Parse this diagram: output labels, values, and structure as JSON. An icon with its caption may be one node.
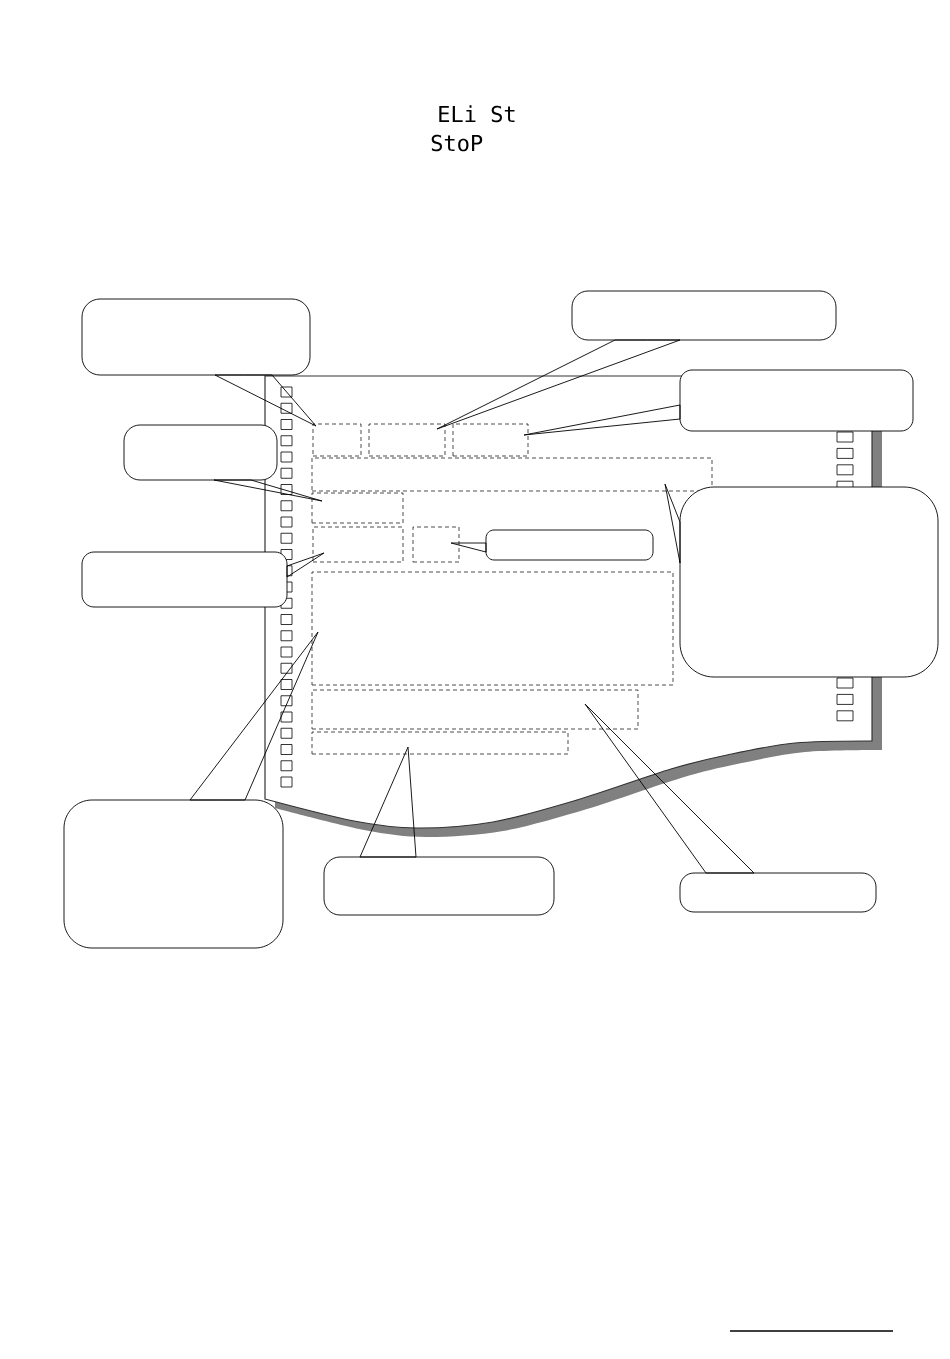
{
  "diagram": {
    "nodes": [
      {
        "text": [],
        "shape": "callout"
      },
      {
        "text": [],
        "shape": "callout"
      },
      {
        "text": [],
        "shape": "callout"
      },
      {
        "text": [],
        "shape": "callout"
      },
      {
        "text": [],
        "shape": "box"
      },
      {
        "text": [],
        "shape": "box"
      },
      {
        "text": [],
        "shape": "box"
      },
      {
        "text": [],
        "shape": "box"
      },
      {
        "text": [],
        "shape": "callout"
      },
      {
        "text": [],
        "shape": "box"
      },
      {
        "text": [],
        "shape": "box"
      },
      {
        "text": [],
        "shape": "box"
      },
      {
        "text": [],
        "shape": "callout"
      },
      {
        "text": [],
        "shape": "callout"
      },
      {
        "text": [],
        "shape": "box"
      },
      {
        "text": [],
        "shape": "box"
      },
      {
        "text": [],
        "shape": "box"
      },
      {
        "text": [],
        "shape": "callout"
      },
      {
        "text": [],
        "shape": "callout"
      },
      {
        "text": [],
        "shape": "callout"
      }
    ],
    "edges": [
      {
        "from": 0,
        "to": 4,
        "arrow": "none"
      },
      {
        "from": 1,
        "to": 5,
        "arrow": "none"
      },
      {
        "from": 2,
        "to": 6,
        "arrow": "none"
      },
      {
        "from": 3,
        "to": 9,
        "arrow": "none"
      },
      {
        "from": 13,
        "to": 10,
        "arrow": "none"
      },
      {
        "from": 12,
        "to": 11,
        "arrow": "none"
      },
      {
        "from": 8,
        "to": 7,
        "arrow": "none"
      },
      {
        "from": 17,
        "to": 14,
        "arrow": "none"
      },
      {
        "from": 18,
        "to": 16,
        "arrow": "none"
      },
      {
        "from": 19,
        "to": 15,
        "arrow": "none"
      }
    ],
    "labels": [
      "ELi St",
      "StoP"
    ]
  }
}
